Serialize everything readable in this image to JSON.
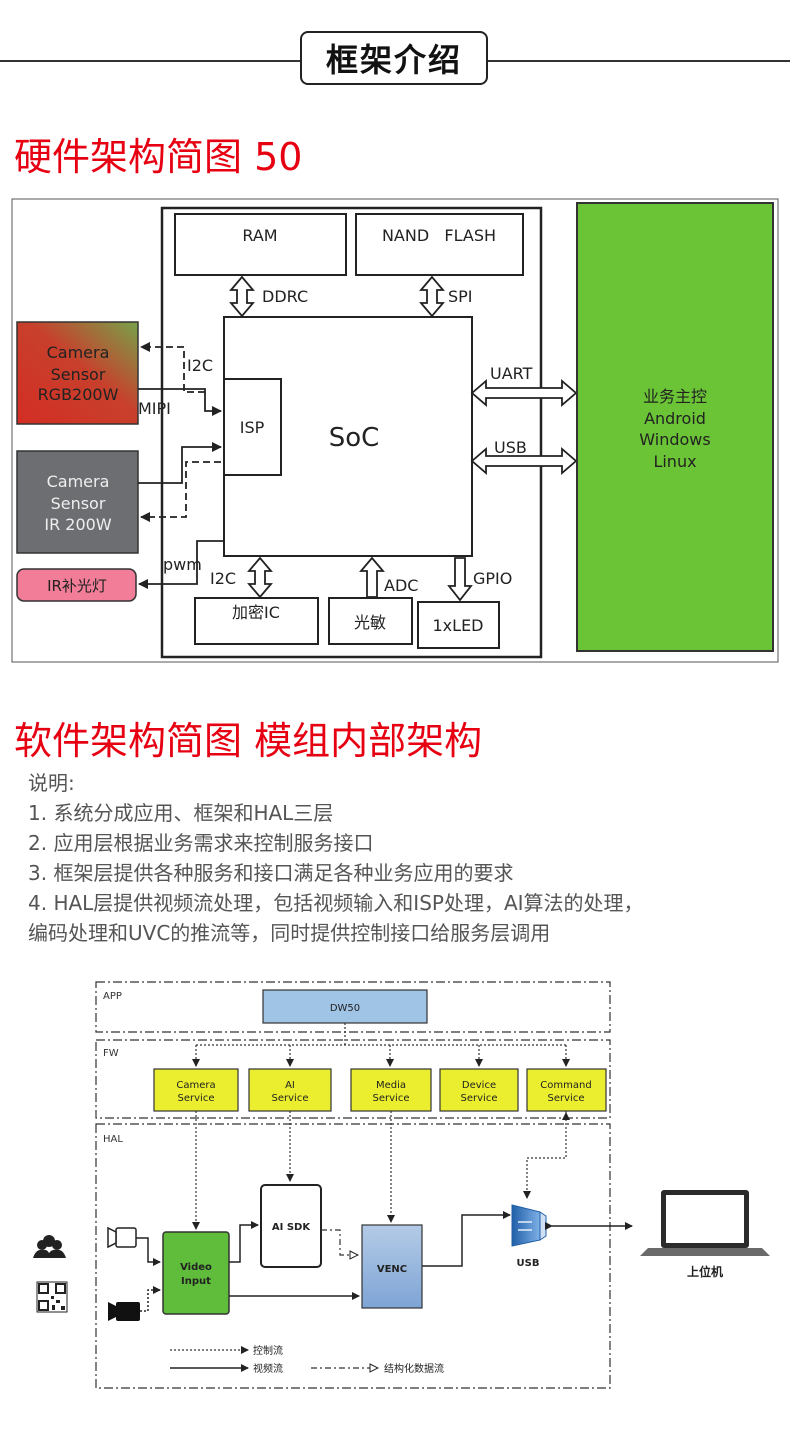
{
  "header": {
    "title": "框架介绍"
  },
  "hardware": {
    "section_title": "硬件架构简图 50",
    "ram": "RAM",
    "nand": "NAND   FLASH",
    "ddrc": "DDRC",
    "spi": "SPI",
    "soc": "SoC",
    "isp": "ISP",
    "i2c_top": "I2C",
    "mipi": "MIPI",
    "cam_rgb": [
      "Camera",
      "Sensor",
      "RGB200W"
    ],
    "cam_ir": [
      "Camera",
      "Sensor",
      "IR 200W"
    ],
    "ir_light": "IR补光灯",
    "pwm": "pwm",
    "i2c_bottom": "I2C",
    "adc": "ADC",
    "gpio": "GPIO",
    "crypto": "加密IC",
    "light_sensor": "光敏",
    "led": "1xLED",
    "uart": "UART",
    "usb": "USB",
    "host": [
      "业务主控",
      "Android",
      "Windows",
      "Linux"
    ],
    "colors": {
      "host": "#6ac435",
      "cam_rgb_a": "#d32d24",
      "cam_rgb_b": "#77a24a",
      "cam_ir": "#6d6e71",
      "ir_light": "#f17d98"
    }
  },
  "software": {
    "section_title": "软件架构简图 模组内部架构",
    "notes": [
      "说明:",
      "1. 系统分成应用、框架和HAL三层",
      "2. 应用层根据业务需求来控制服务接口",
      "3. 框架层提供各种服务和接口满足各种业务应用的要求",
      "4. HAL层提供视频流处理，包括视频输入和ISP处理，AI算法的处理，",
      "编码处理和UVC的推流等，同时提供控制接口给服务层调用"
    ],
    "layers": {
      "app": "APP",
      "fw": "FW",
      "hal": "HAL"
    },
    "dw50": "DW50",
    "services": [
      [
        "Camera",
        "Service"
      ],
      [
        "AI",
        "Service"
      ],
      [
        "Media",
        "Service"
      ],
      [
        "Device",
        "Service"
      ],
      [
        "Command",
        "Service"
      ]
    ],
    "ai_sdk": "AI SDK",
    "video_input": [
      "Video",
      "Input"
    ],
    "venc": "VENC",
    "usb": "USB",
    "host": "上位机",
    "legend": {
      "control": "控制流",
      "video": "视频流",
      "struct": "结构化数据流"
    },
    "colors": {
      "service": "#eaee2e",
      "video_input": "#5fbd3b",
      "dw50": "#9fc4e5",
      "venc": "#8fb3dd",
      "usb_icon": "#3a7cc4"
    }
  }
}
